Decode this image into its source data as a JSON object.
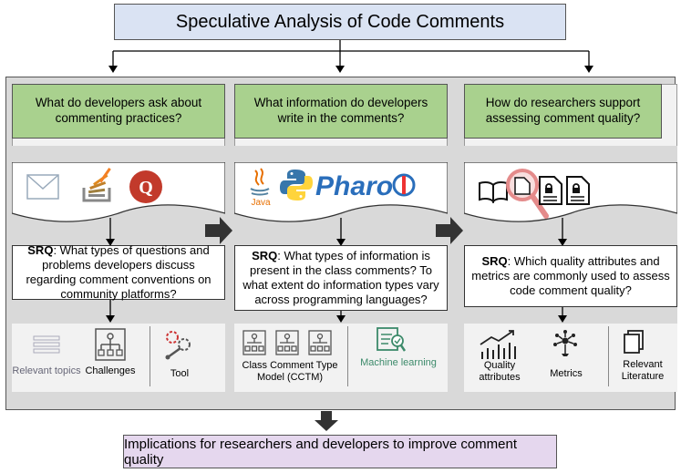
{
  "title": "Speculative Analysis of Code Comments",
  "implications": "Implications for researchers and developers to improve comment quality",
  "columns": [
    {
      "question": "What do developers ask about commenting practices?",
      "srq_label": "SRQ",
      "srq_text": ": What types of questions and problems developers discuss regarding comment conventions on community platforms?",
      "outputs": [
        "Relevant topics",
        "Challenges",
        "Tool"
      ],
      "logos": [
        "mail-icon",
        "stackoverflow-icon",
        "quora-icon"
      ]
    },
    {
      "question": "What information do developers write in the comments?",
      "srq_label": "SRQ",
      "srq_text": ": What types of information is present in the class comments? To what extent do information types vary across programming languages?",
      "outputs": [
        "Class Comment Type Model (CCTM)",
        "Machine learning"
      ],
      "logos": [
        "java-icon",
        "python-icon",
        "pharo-icon"
      ],
      "logo_text": {
        "java": "Java",
        "pharo": "Pharo"
      }
    },
    {
      "question": "How do researchers support assessing comment quality?",
      "srq_label": "SRQ",
      "srq_text": ": Which quality attributes and metrics are commonly used to assess code comment quality?",
      "outputs": [
        "Quality attributes",
        "Metrics",
        "Relevant Literature"
      ],
      "logos": [
        "book-icon",
        "magnifier-icon",
        "document-icon",
        "document-icon"
      ]
    }
  ],
  "colors": {
    "title_bg": "#dae3f3",
    "question_bg": "#a9d18e",
    "implications_bg": "#e5d7ee",
    "panel_bg": "#d9d9d9"
  }
}
